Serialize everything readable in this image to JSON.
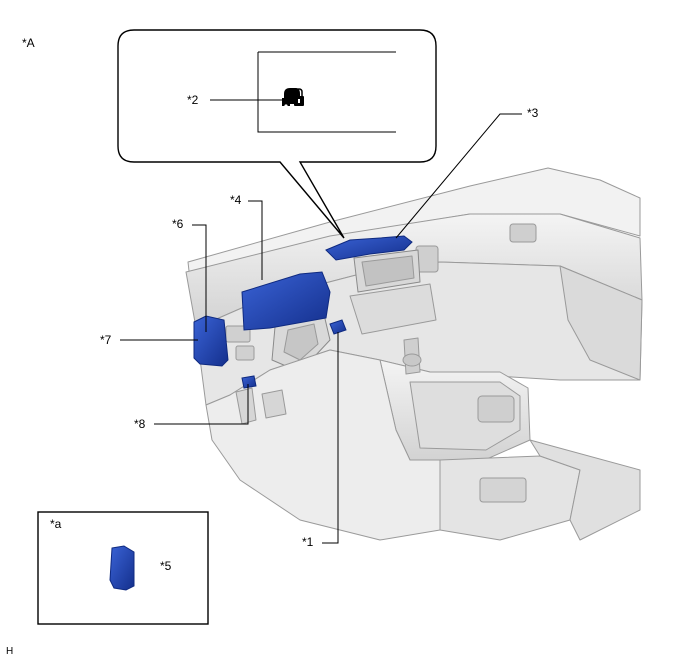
{
  "view_label": "*A",
  "inset_label": "*a",
  "figure_code": "H",
  "callouts": {
    "c1": "*1",
    "c2": "*2",
    "c3": "*3",
    "c4": "*4",
    "c5": "*5",
    "c6": "*6",
    "c7": "*7",
    "c8": "*8"
  },
  "colors": {
    "component": "#1f45b8",
    "component_dark": "#0f2a80",
    "interior": "#e9e9e9",
    "interior_shade": "#c9c9c9",
    "line": "#000000"
  },
  "icons": {
    "indicator": "security-indicator-lock-car-icon"
  }
}
